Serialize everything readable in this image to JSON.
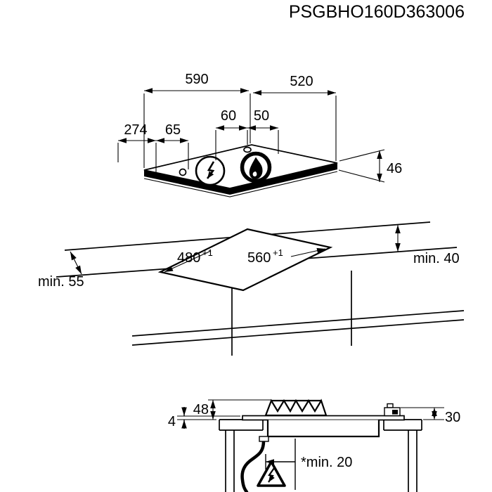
{
  "title": "PSGBHO160D363006",
  "colors": {
    "ink": "#000000",
    "background": "#ffffff"
  },
  "hob_view": {
    "width_mm": "590",
    "depth_mm": "520",
    "inlet_offset_a_mm": "60",
    "inlet_offset_b_mm": "50",
    "left_offset_a_mm": "274",
    "left_offset_b_mm": "65",
    "body_height_mm": "46",
    "electric_icon": "lightning-bolt-in-circle",
    "gas_icon": "flame-in-circle"
  },
  "cutout_view": {
    "cutout_depth_mm": "480",
    "cutout_depth_tolerance": "+1",
    "cutout_width_mm": "560",
    "cutout_width_tolerance": "+1",
    "min_side_clearance": "min. 55",
    "min_rear_clearance": "min. 40"
  },
  "section_view": {
    "glass_above_worktop_mm": "4",
    "height_above_worktop_mm": "48",
    "depth_below_worktop_mm": "30",
    "min_bottom_clearance": "*min. 20",
    "warning_icon": "electrical-hazard-triangle"
  }
}
